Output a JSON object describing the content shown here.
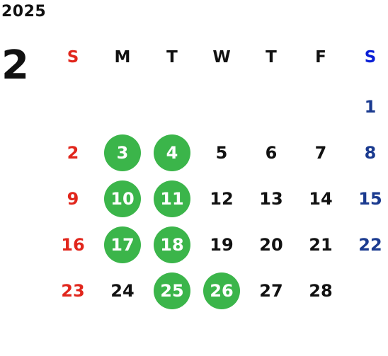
{
  "calendar": {
    "year": "2025",
    "month": "2",
    "weekdays": [
      "S",
      "M",
      "T",
      "W",
      "T",
      "F",
      "S"
    ],
    "weeks": [
      [
        "",
        "",
        "",
        "",
        "",
        "",
        "1"
      ],
      [
        "2",
        "3",
        "4",
        "5",
        "6",
        "7",
        "8"
      ],
      [
        "9",
        "10",
        "11",
        "12",
        "13",
        "14",
        "15"
      ],
      [
        "16",
        "17",
        "18",
        "19",
        "20",
        "21",
        "22"
      ],
      [
        "23",
        "24",
        "25",
        "26",
        "27",
        "28",
        ""
      ]
    ],
    "highlighted_days": [
      "3",
      "4",
      "10",
      "11",
      "17",
      "18",
      "25",
      "26"
    ],
    "colors": {
      "sunday": "#e1261c",
      "saturday": "#1a3a8f",
      "saturday_header": "#0a1fd6",
      "highlight": "#3bb54a",
      "text": "#111111"
    }
  }
}
